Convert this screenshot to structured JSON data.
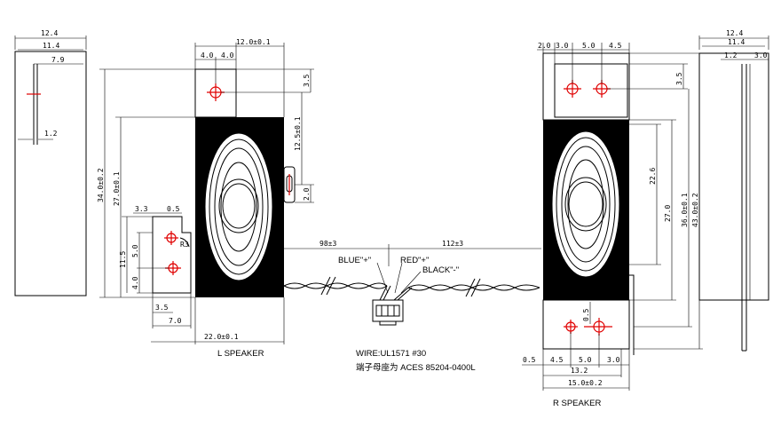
{
  "left_side_view": {
    "w_outer": "12.4",
    "w_inner": "11.4",
    "w_mid": "7.9",
    "thick": "1.2"
  },
  "l_speaker": {
    "top_w": "12.0±0.1",
    "tab_a": "4.0",
    "tab_b": "4.0",
    "hole_off": "3.5",
    "pitch": "12.5±0.1",
    "slot": "2.0",
    "total_h": "34.0±0.2",
    "body_h": "27.0±0.1",
    "width": "22.0±0.1",
    "label": "L SPEAKER"
  },
  "detail": {
    "a": "3.3",
    "b": "0.5",
    "c": "5.0",
    "d": "11.5",
    "e": "4.0",
    "f": "3.5",
    "g": "7.0",
    "r": "R3"
  },
  "wire": {
    "left_len": "98±3",
    "right_len": "112±3",
    "blue": "BLUE\"+\"",
    "red": "RED\"+\"",
    "black": "BLACK\"-\"",
    "spec": "WIRE:UL1571 #30",
    "terminal": "端子母座为 ACES 85204-0400L"
  },
  "r_speaker": {
    "top_a": "2.0",
    "top_b": "3.0",
    "top_c": "5.0",
    "top_d": "4.5",
    "hole_off": "3.5",
    "inner_h": "22.6",
    "body_h": "27.0",
    "h2": "36.0±0.1",
    "total_h": "43.0±0.2",
    "slot": "0.5",
    "bot_a": "0.5",
    "bot_b": "4.5",
    "bot_c": "5.0",
    "bot_d": "3.0",
    "bot_w1": "13.2",
    "bot_w2": "15.0±0.2",
    "label": "R SPEAKER"
  },
  "right_side_view": {
    "w_outer": "12.4",
    "w_inner": "11.4",
    "a": "1.2",
    "b": "3.0"
  }
}
